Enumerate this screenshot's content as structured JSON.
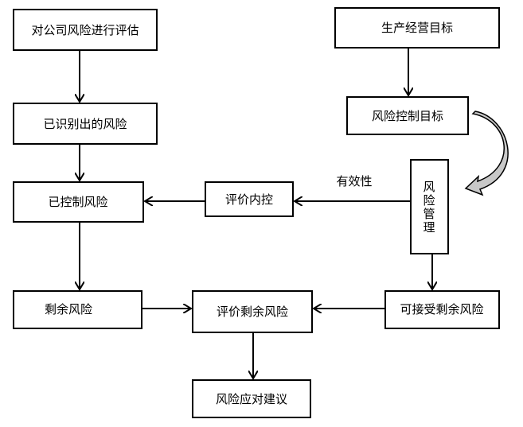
{
  "nodes": {
    "assess": "对公司风险进行评估",
    "goal": "生产经营目标",
    "identified": "已识别出的风险",
    "control_goal": "风险控制目标",
    "controlled": "已控制风险",
    "eval_ic": "评价内控",
    "risk_mgmt": [
      "风",
      "险",
      "管",
      "理"
    ],
    "residual": "剩余风险",
    "eval_residual": "评价剩余风险",
    "acceptable": "可接受剩余风险",
    "response": "风险应对建议"
  },
  "labels": {
    "effectiveness": "有效性"
  },
  "colors": {
    "curved_arrow_fill": "#c8c8c8"
  }
}
